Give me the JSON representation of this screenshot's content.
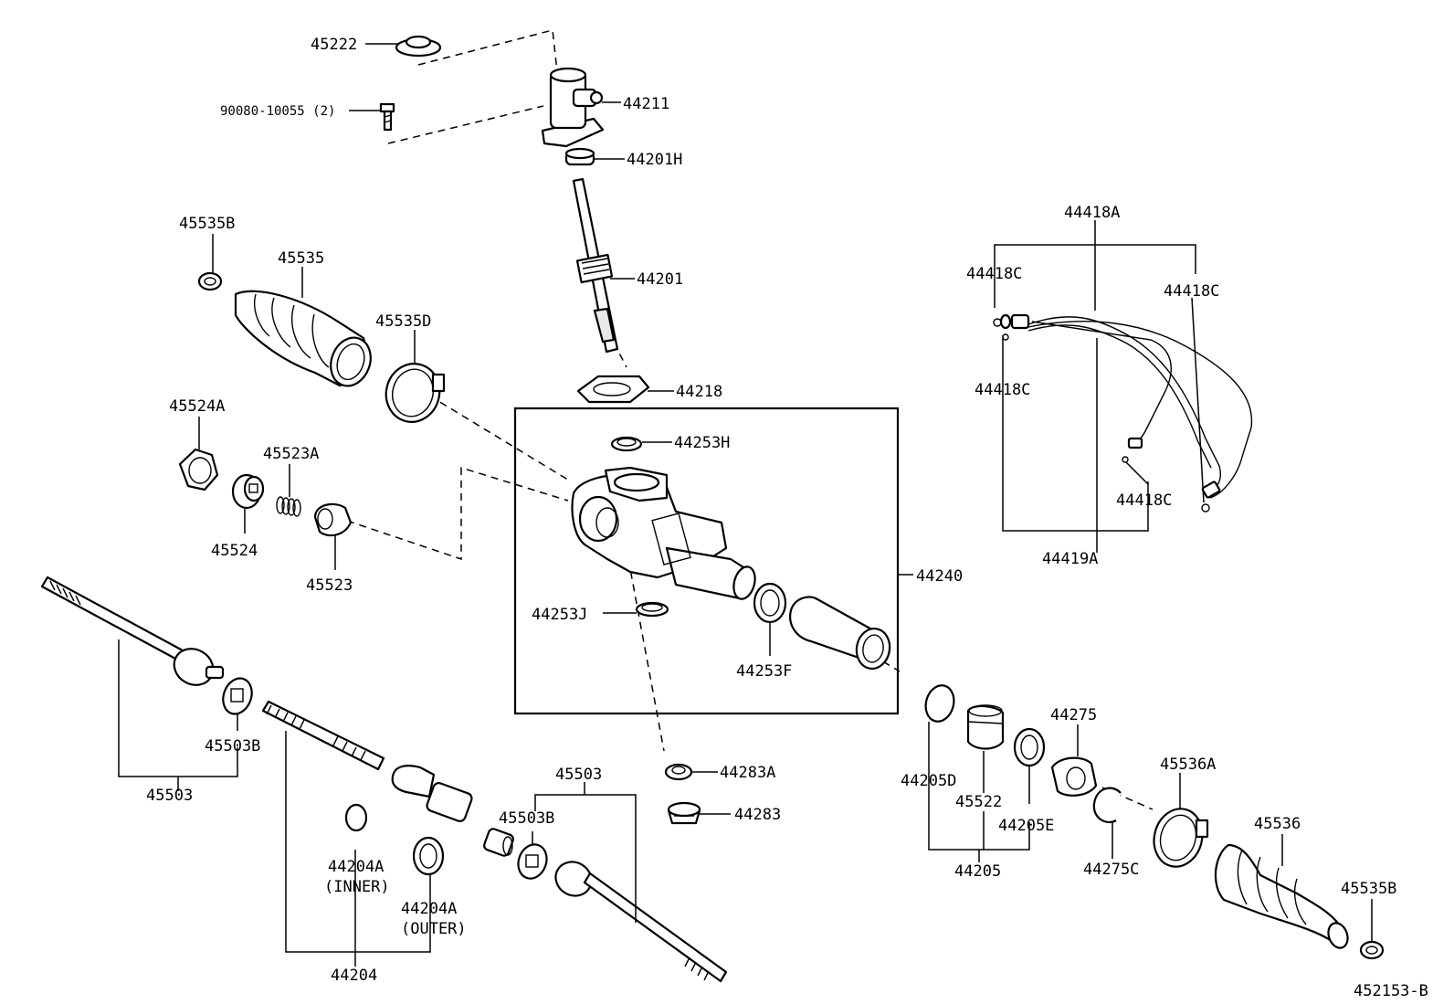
{
  "diagram_id": "452153-B",
  "labels": {
    "p45222": "45222",
    "p90080": "90080-10055 (2)",
    "p44211": "44211",
    "p44201H": "44201H",
    "p45535B_top": "45535B",
    "p45535": "45535",
    "p44201": "44201",
    "p45535D": "45535D",
    "p44218": "44218",
    "p44418A": "44418A",
    "p44418C_a": "44418C",
    "p44418C_b": "44418C",
    "p44418C_c": "44418C",
    "p44418C_d": "44418C",
    "p44419A": "44419A",
    "p44253H": "44253H",
    "p45524A": "45524A",
    "p45523A": "45523A",
    "p45524": "45524",
    "p45523": "45523",
    "p44240": "44240",
    "p44253J": "44253J",
    "p44253F": "44253F",
    "p45503B_left": "45503B",
    "p45503_left": "45503",
    "p44283A": "44283A",
    "p44283": "44283",
    "p45503_right": "45503",
    "p45503B_right": "45503B",
    "p44204A_inner": "44204A",
    "p44204A_inner_note": "(INNER)",
    "p44204A_outer": "44204A",
    "p44204A_outer_note": "(OUTER)",
    "p44204": "44204",
    "p44275": "44275",
    "p44205D": "44205D",
    "p45522": "45522",
    "p44205E": "44205E",
    "p44205": "44205",
    "p45536A": "45536A",
    "p44275C": "44275C",
    "p45536": "45536",
    "p45535B_bottom": "45535B"
  }
}
